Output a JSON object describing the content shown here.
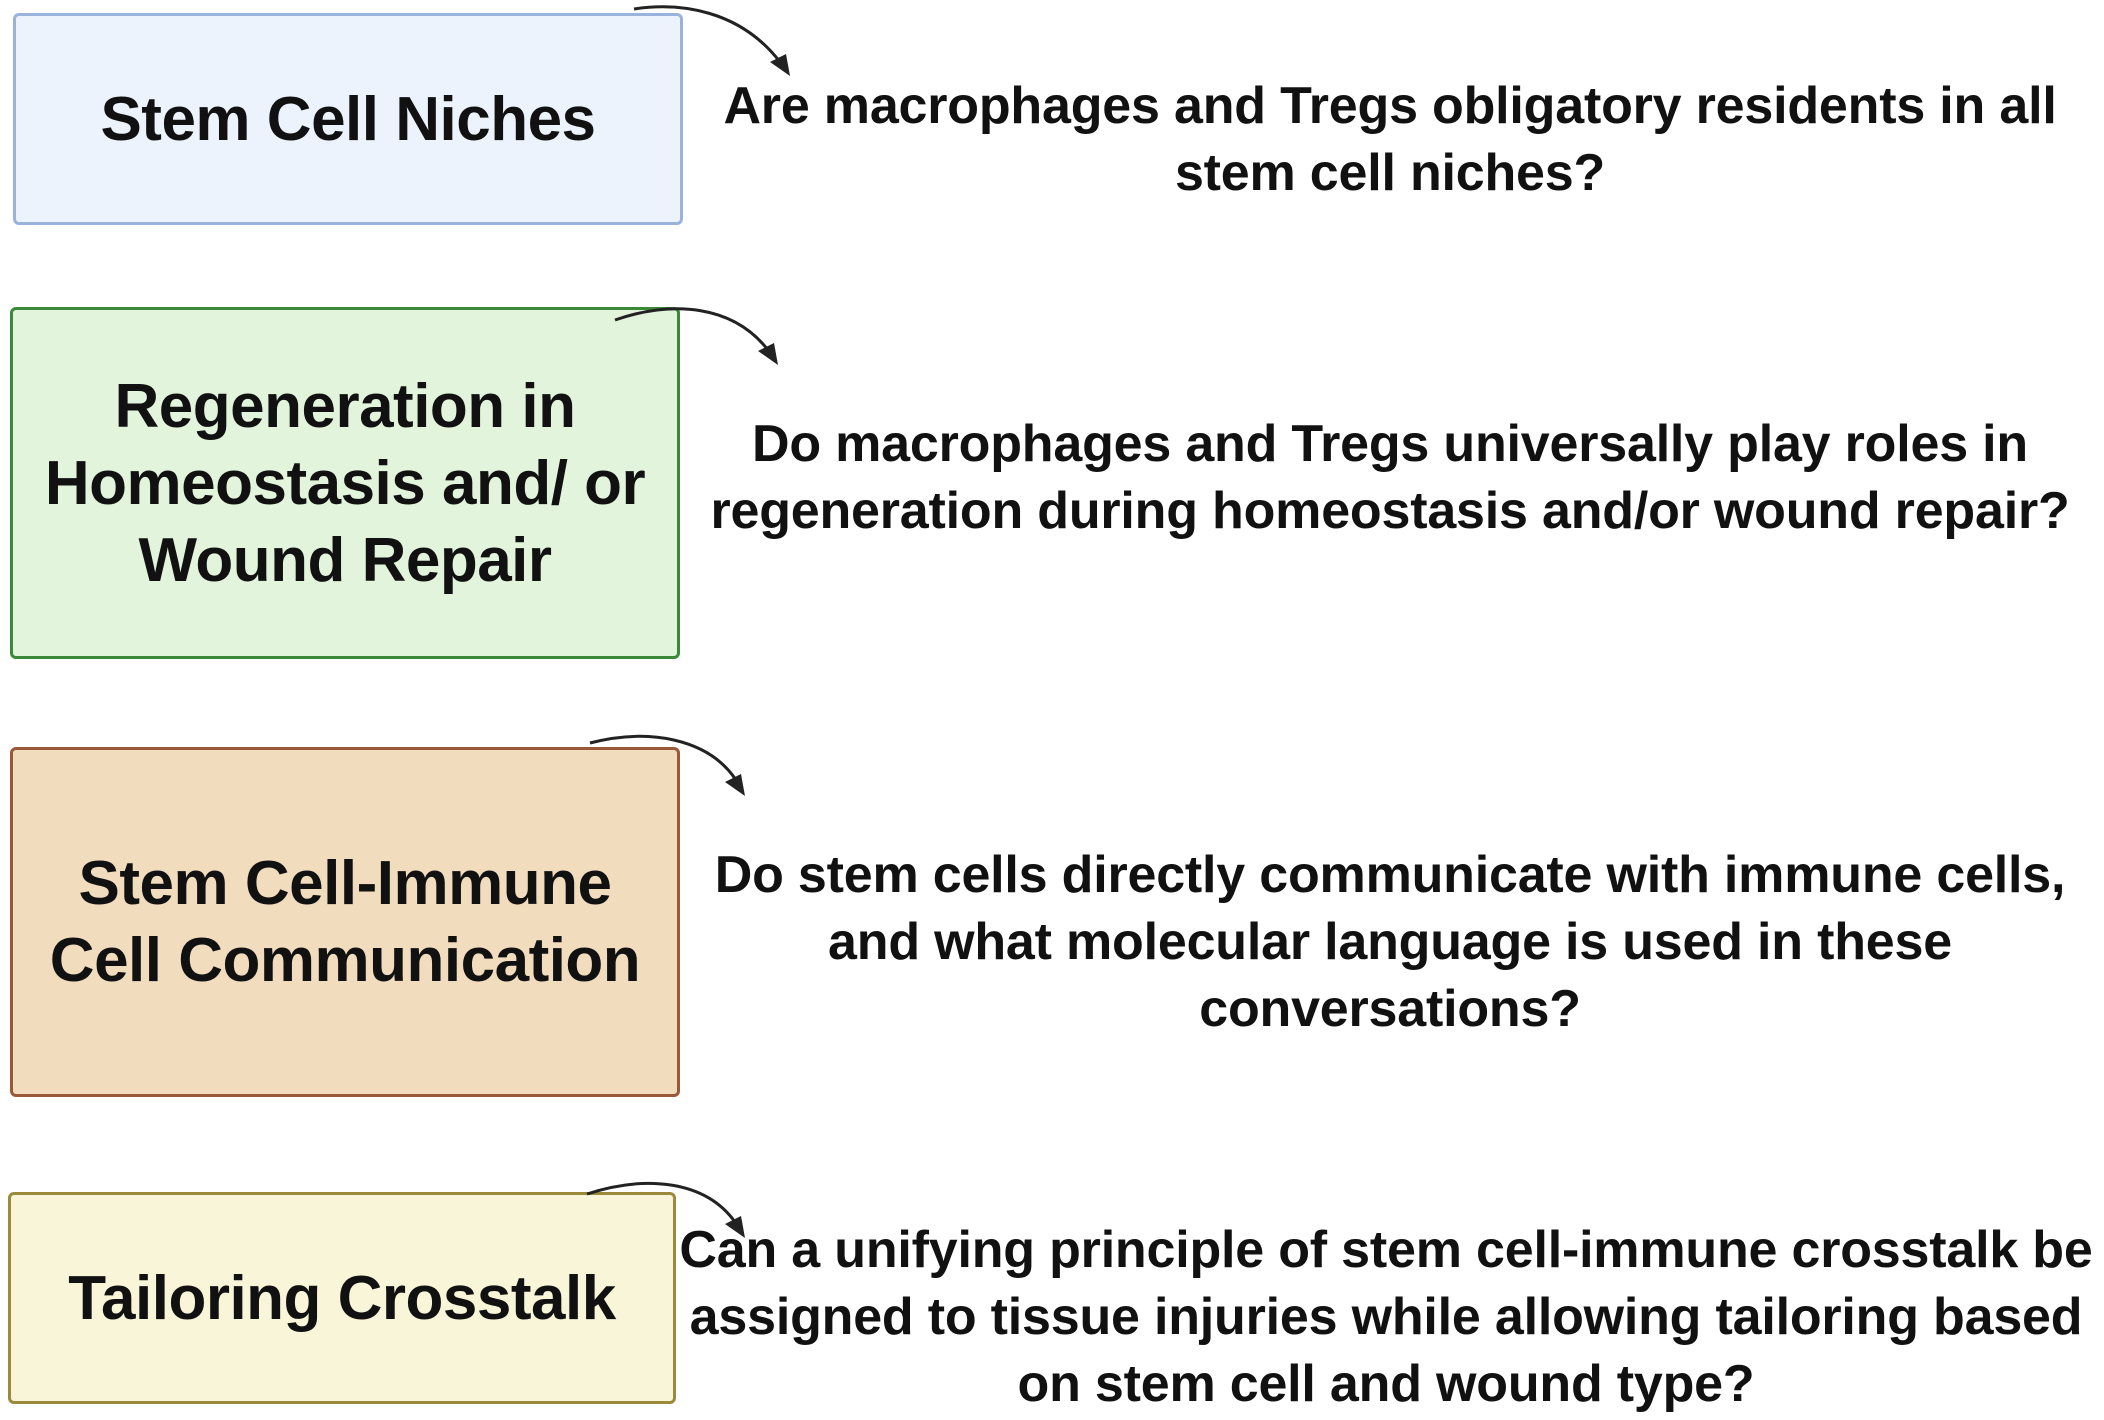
{
  "rows": [
    {
      "topic": "Stem Cell Niches",
      "question": "Are macrophages and Tregs obligatory residents in all stem cell niches?",
      "fill": "#ecf3fd",
      "border": "#9ab3dd"
    },
    {
      "topic": "Regeneration in Homeostasis and/ or Wound Repair",
      "question": "Do macrophages and Tregs universally play roles in regeneration during homeostasis and/or wound repair?",
      "fill": "#e2f5dc",
      "border": "#3a8a3a"
    },
    {
      "topic": "Stem Cell-Immune Cell Communication",
      "question": "Do stem cells directly communicate with immune cells, and what molecular language is used in these conversations?",
      "fill": "#f1dcbe",
      "border": "#9a5a3a"
    },
    {
      "topic": "Tailoring Crosstalk",
      "question": "Can a unifying principle of stem cell-immune crosstalk be assigned to tissue injuries while allowing tailoring based on stem cell and wound type?",
      "fill": "#f8f5d8",
      "border": "#9a8a3a"
    }
  ],
  "icons": {
    "connector": "curved-arrow-icon"
  }
}
